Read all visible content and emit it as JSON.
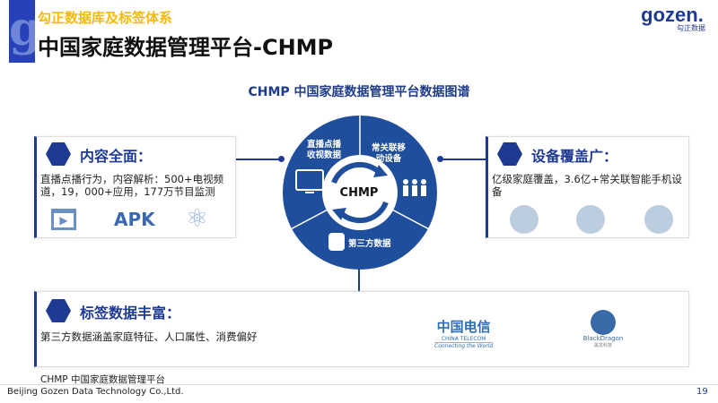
{
  "header": {
    "subtitle": "勾正数据库及标签体系",
    "title": "中国家庭数据管理平台-CHMP",
    "logo_text": "gozen.",
    "logo_cn": "勾正数据",
    "g_mark": "g"
  },
  "section_title": "CHMP 中国家庭数据管理平台数据图谱",
  "diagram": {
    "center": "CHMP",
    "segments": [
      {
        "label1": "直播点播",
        "label2": "收视数据"
      },
      {
        "label1": "常关联移",
        "label2": "动设备"
      },
      {
        "label1": "第三方数据",
        "label2": ""
      }
    ]
  },
  "content_box": {
    "title": "内容全面：",
    "body": "直播点播行为，内容解析：500+电视频道，19，000+应用，177万节目监测",
    "apk": "APK"
  },
  "device_box": {
    "title": "设备覆盖广：",
    "body": "亿级家庭覆盖，3.6亿+常关联智能手机设备"
  },
  "tag_box": {
    "title": "标签数据丰富：",
    "body": "第三方数据涵盖家庭特征、人口属性、消费偏好",
    "partners": [
      {
        "name": "中国电信",
        "en": "CHINA TELECOM",
        "slogan": "Connecting the World"
      },
      {
        "name": "BlackDragon",
        "cn": "黑龙科技"
      }
    ]
  },
  "footer": {
    "platform": "CHMP 中国家庭数据管理平台",
    "company": "Beijing Gozen Data Technology Co.,Ltd.",
    "page": "19"
  },
  "colors": {
    "brand": "#1f3a93",
    "accent": "#f5b90a"
  }
}
